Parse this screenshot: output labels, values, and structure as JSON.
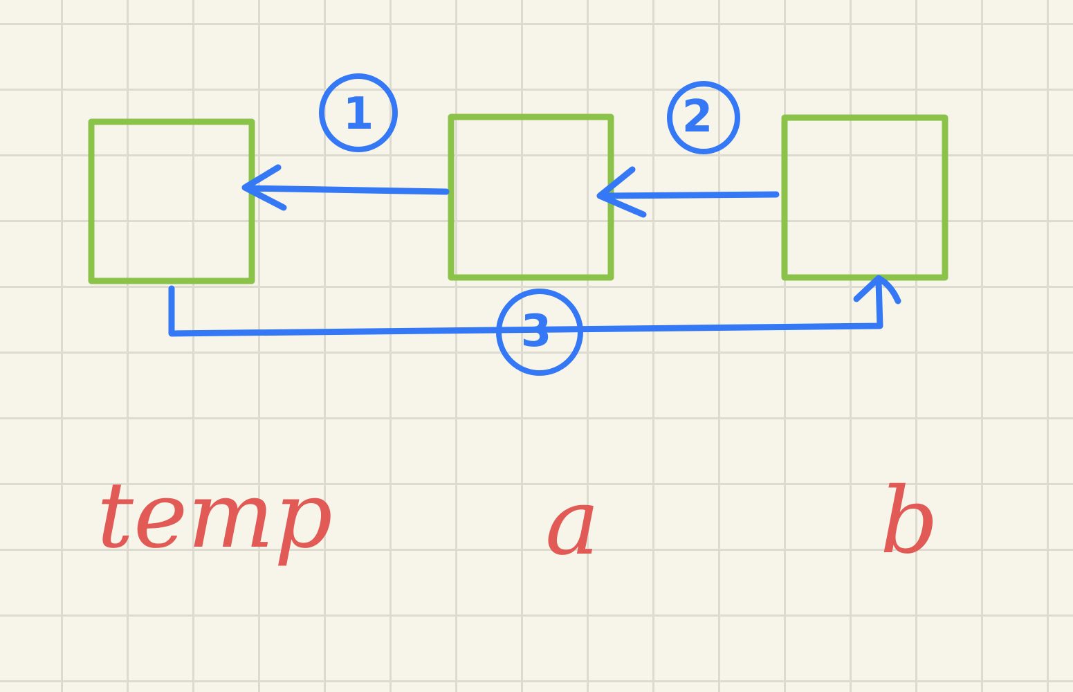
{
  "colors": {
    "background": "#f7f5ea",
    "grid": "#dddbcf",
    "box": "#8bc34a",
    "arrow": "#3478f6",
    "label": "#e15a55"
  },
  "boxes": [
    {
      "label": "temp"
    },
    {
      "label": "a"
    },
    {
      "label": "b"
    }
  ],
  "steps": [
    "1",
    "2",
    "3"
  ]
}
